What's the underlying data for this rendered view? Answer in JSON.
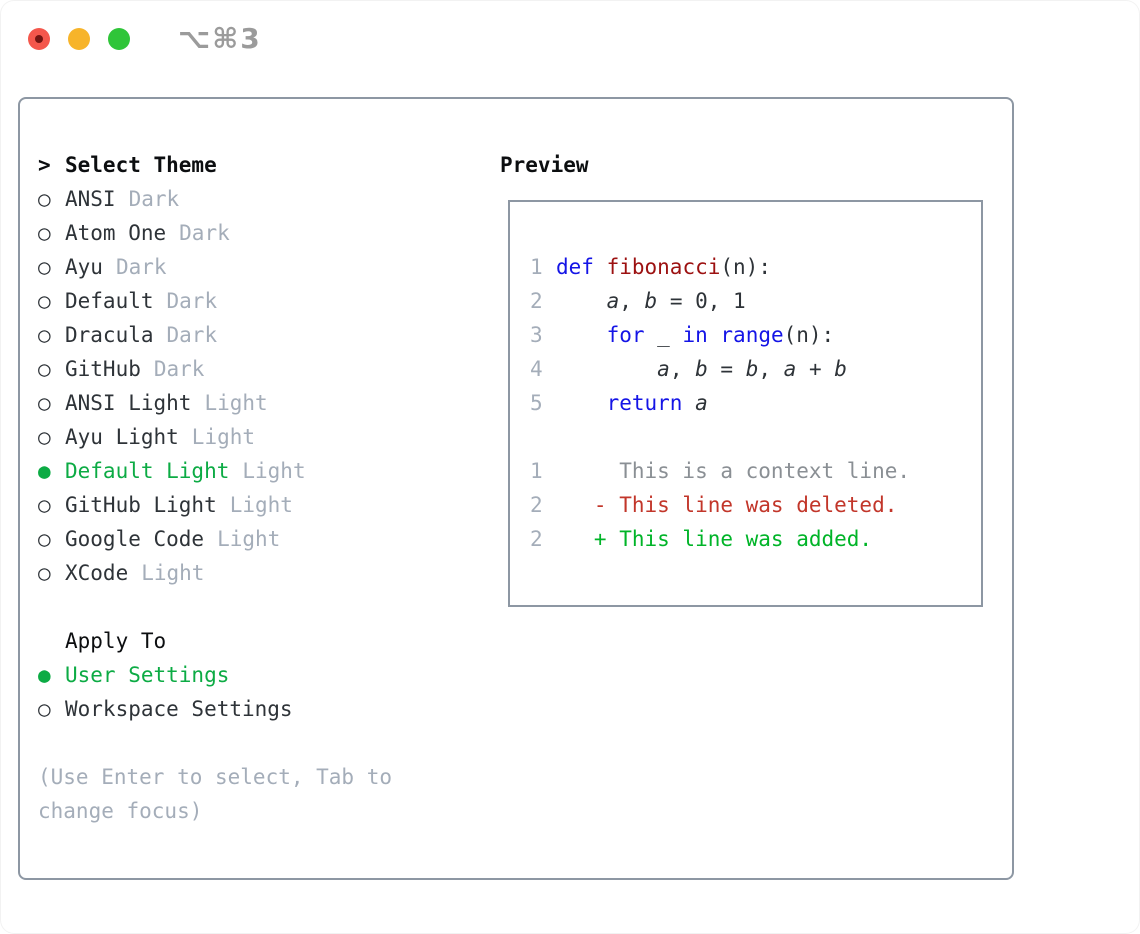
{
  "colors": {
    "accent_green": "#0cab44",
    "keyword_blue": "#1414e6",
    "function_red": "#9c1111",
    "diff_deleted_red": "#c2362a",
    "diff_added_green": "#00b428",
    "muted_gray": "#a4adb9",
    "context_gray": "#8a8f94",
    "text_dark": "#2e3338",
    "heading_black": "#0c0e10",
    "border_gray": "#8d97a3"
  },
  "window": {
    "title": "⌥⌘3",
    "traffic_lights": [
      {
        "name": "close",
        "color": "#f4574c"
      },
      {
        "name": "minimize",
        "color": "#f7b42a"
      },
      {
        "name": "zoom",
        "color": "#2fc539"
      }
    ]
  },
  "theme_selector": {
    "header": {
      "prefix": ">",
      "label": "Select Theme"
    },
    "radio_unselected": "○",
    "radio_selected": "●",
    "items": [
      {
        "name": "ANSI",
        "variant": "Dark",
        "selected": false
      },
      {
        "name": "Atom One",
        "variant": "Dark",
        "selected": false
      },
      {
        "name": "Ayu",
        "variant": "Dark",
        "selected": false
      },
      {
        "name": "Default",
        "variant": "Dark",
        "selected": false
      },
      {
        "name": "Dracula",
        "variant": "Dark",
        "selected": false
      },
      {
        "name": "GitHub",
        "variant": "Dark",
        "selected": false
      },
      {
        "name": "ANSI Light",
        "variant": "Light",
        "selected": false
      },
      {
        "name": "Ayu Light",
        "variant": "Light",
        "selected": false
      },
      {
        "name": "Default Light",
        "variant": "Light",
        "selected": true
      },
      {
        "name": "GitHub Light",
        "variant": "Light",
        "selected": false
      },
      {
        "name": "Google Code",
        "variant": "Light",
        "selected": false
      },
      {
        "name": "XCode",
        "variant": "Light",
        "selected": false
      }
    ],
    "apply_to": {
      "label": "Apply To",
      "options": [
        {
          "name": "User Settings",
          "selected": true
        },
        {
          "name": "Workspace Settings",
          "selected": false
        }
      ]
    },
    "hint_lines": [
      "(Use Enter to select, Tab to",
      "change focus)"
    ]
  },
  "preview": {
    "title": "Preview",
    "code_lines": [
      {
        "no": "1",
        "tokens": [
          [
            "def",
            "kw"
          ],
          [
            " ",
            "pl"
          ],
          [
            "fibonacci",
            "fn"
          ],
          [
            "(n):",
            "pl"
          ]
        ]
      },
      {
        "no": "2",
        "tokens": [
          [
            "    ",
            "pl"
          ],
          [
            "a",
            "var"
          ],
          [
            ", ",
            "pl"
          ],
          [
            "b",
            "var"
          ],
          [
            " = 0, 1",
            "pl"
          ]
        ]
      },
      {
        "no": "3",
        "tokens": [
          [
            "    ",
            "pl"
          ],
          [
            "for",
            "kw"
          ],
          [
            " _ ",
            "pl"
          ],
          [
            "in",
            "kw"
          ],
          [
            " ",
            "pl"
          ],
          [
            "range",
            "kw"
          ],
          [
            "(n):",
            "pl"
          ]
        ]
      },
      {
        "no": "4",
        "tokens": [
          [
            "        ",
            "pl"
          ],
          [
            "a",
            "var"
          ],
          [
            ", ",
            "pl"
          ],
          [
            "b",
            "var"
          ],
          [
            " = ",
            "pl"
          ],
          [
            "b",
            "var"
          ],
          [
            ", ",
            "pl"
          ],
          [
            "a",
            "var"
          ],
          [
            " + ",
            "pl"
          ],
          [
            "b",
            "var"
          ]
        ]
      },
      {
        "no": "5",
        "tokens": [
          [
            "    ",
            "pl"
          ],
          [
            "return",
            "kw"
          ],
          [
            " ",
            "pl"
          ],
          [
            "a",
            "var"
          ]
        ]
      },
      {
        "no": "",
        "tokens": []
      }
    ],
    "diff_lines": [
      {
        "no": "1",
        "text": "     This is a context line.",
        "type": "context"
      },
      {
        "no": "2",
        "text": "   - This line was deleted.",
        "type": "deleted"
      },
      {
        "no": "2",
        "text": "   + This line was added.",
        "type": "added"
      }
    ]
  }
}
